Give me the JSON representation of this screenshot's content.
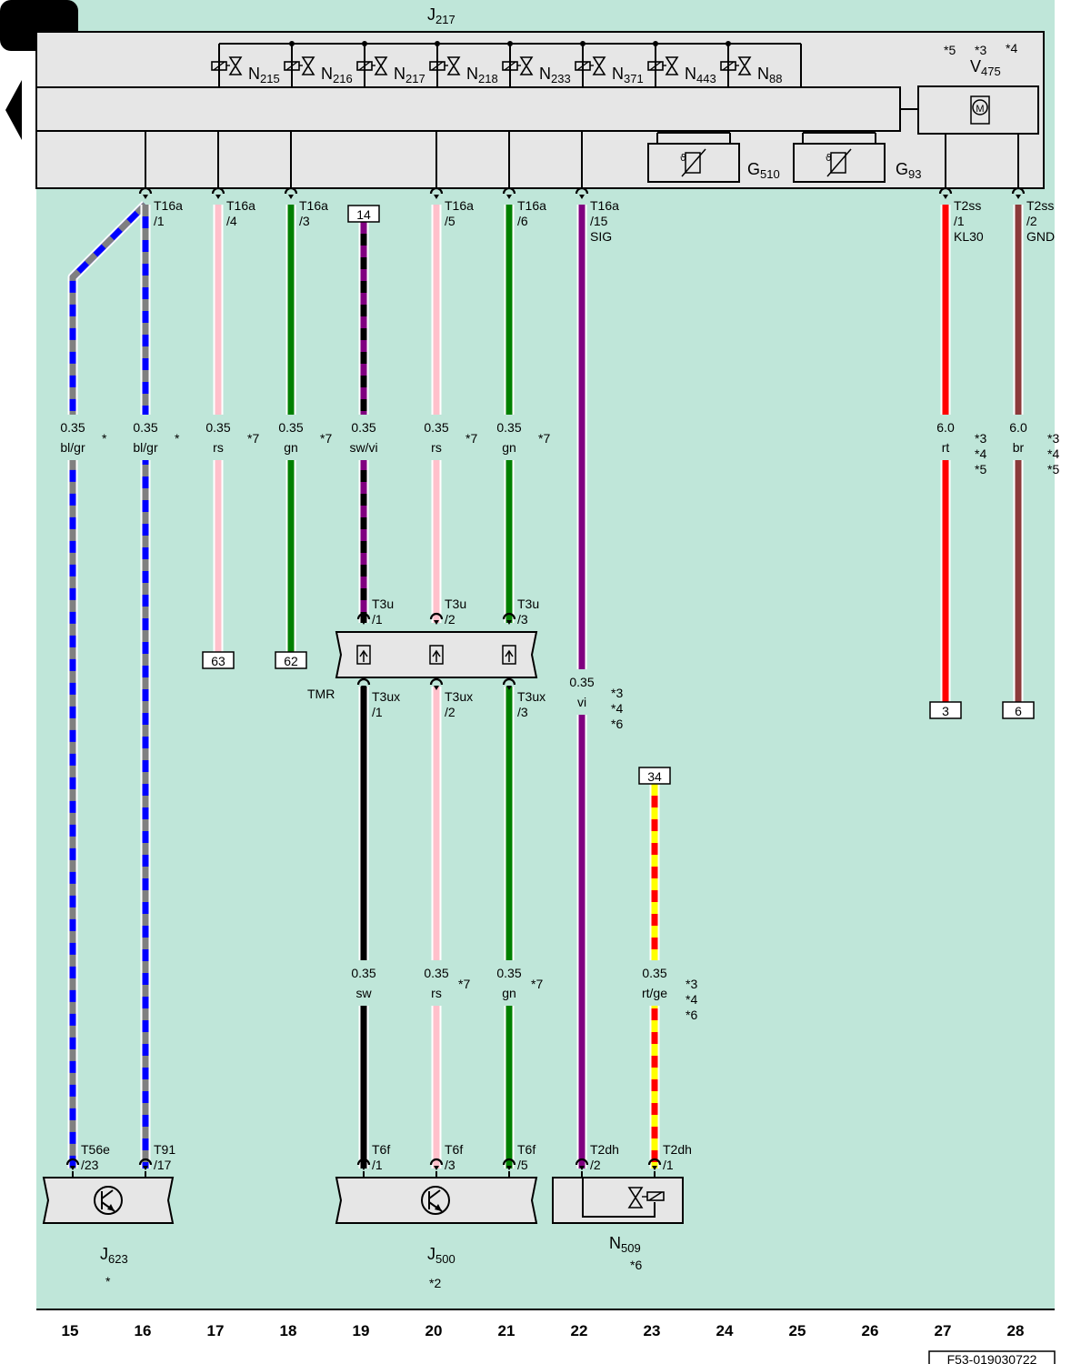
{
  "diagram": {
    "main_unit": {
      "name": "J",
      "sub": "217"
    },
    "valves": [
      {
        "name": "N",
        "sub": "215"
      },
      {
        "name": "N",
        "sub": "216"
      },
      {
        "name": "N",
        "sub": "217"
      },
      {
        "name": "N",
        "sub": "218"
      },
      {
        "name": "N",
        "sub": "233"
      },
      {
        "name": "N",
        "sub": "371"
      },
      {
        "name": "N",
        "sub": "443"
      },
      {
        "name": "N",
        "sub": "88"
      }
    ],
    "sensors": [
      {
        "name": "G",
        "sub": "510"
      },
      {
        "name": "G",
        "sub": "93"
      }
    ],
    "motor": {
      "name": "V",
      "sub": "475",
      "notes": [
        "*5",
        "*3",
        "*4"
      ],
      "symbol": "M"
    },
    "top_connectors": [
      {
        "line1": "T16a",
        "line2": "/1",
        "line3": ""
      },
      {
        "line1": "T16a",
        "line2": "/4",
        "line3": ""
      },
      {
        "line1": "T16a",
        "line2": "/3",
        "line3": ""
      },
      {
        "line1": "T16a",
        "line2": "/5",
        "line3": ""
      },
      {
        "line1": "T16a",
        "line2": "/6",
        "line3": ""
      },
      {
        "line1": "T16a",
        "line2": "/15",
        "line3": "SIG"
      },
      {
        "line1": "T2ss",
        "line2": "/1",
        "line3": "KL30"
      },
      {
        "line1": "T2ss",
        "line2": "/2",
        "line3": "GND"
      }
    ],
    "wires_upper": [
      {
        "size": "0.35",
        "color": "bl/gr",
        "note": "*"
      },
      {
        "size": "0.35",
        "color": "bl/gr",
        "note": "*"
      },
      {
        "size": "0.35",
        "color": "rs",
        "note": "*7"
      },
      {
        "size": "0.35",
        "color": "gn",
        "note": "*7"
      },
      {
        "size": "0.35",
        "color": "sw/vi",
        "note": ""
      },
      {
        "size": "0.35",
        "color": "rs",
        "note": "*7"
      },
      {
        "size": "0.35",
        "color": "gn",
        "note": "*7"
      },
      {
        "size": "6.0",
        "color": "rt",
        "note": "*3 *4 *5"
      },
      {
        "size": "6.0",
        "color": "br",
        "note": "*3 *4 *5"
      }
    ],
    "wire_vi": {
      "size": "0.35",
      "color": "vi",
      "notes": [
        "*3",
        "*4",
        "*6"
      ]
    },
    "wires_lower": [
      {
        "size": "0.35",
        "color": "sw",
        "note": ""
      },
      {
        "size": "0.35",
        "color": "rs",
        "note": "*7"
      },
      {
        "size": "0.35",
        "color": "gn",
        "note": "*7"
      },
      {
        "size": "0.35",
        "color": "rt/ge",
        "note": "*3 *4 *6"
      }
    ],
    "refs": [
      "14",
      "63",
      "62",
      "3",
      "6",
      "34"
    ],
    "tmr": {
      "label": "TMR",
      "in": [
        {
          "line1": "T3u",
          "line2": "/1"
        },
        {
          "line1": "T3u",
          "line2": "/2"
        },
        {
          "line1": "T3u",
          "line2": "/3"
        }
      ],
      "out": [
        {
          "line1": "T3ux",
          "line2": "/1"
        },
        {
          "line1": "T3ux",
          "line2": "/2"
        },
        {
          "line1": "T3ux",
          "line2": "/3"
        }
      ]
    },
    "bottom_connectors": [
      {
        "line1": "T56e",
        "line2": "/23"
      },
      {
        "line1": "T91",
        "line2": "/17"
      },
      {
        "line1": "T6f",
        "line2": "/1"
      },
      {
        "line1": "T6f",
        "line2": "/3"
      },
      {
        "line1": "T6f",
        "line2": "/5"
      },
      {
        "line1": "T2dh",
        "line2": "/2"
      },
      {
        "line1": "T2dh",
        "line2": "/1"
      }
    ],
    "bottom_components": [
      {
        "name": "J",
        "sub": "623",
        "note": "*"
      },
      {
        "name": "J",
        "sub": "500",
        "note": "*2"
      },
      {
        "name": "N",
        "sub": "509",
        "note": "*6"
      }
    ],
    "column_numbers": [
      "15",
      "16",
      "17",
      "18",
      "19",
      "20",
      "21",
      "22",
      "23",
      "24",
      "25",
      "26",
      "27",
      "28"
    ],
    "figure_id": "F53-019030722",
    "colors": {
      "background": "#bfe6d9",
      "component_fill": "#e6e6e6",
      "bl": "#0000ff",
      "gr": "#808080",
      "rs": "#ffc0cb",
      "gn": "#008000",
      "sw": "#000000",
      "vi": "#800080",
      "rt": "#ff0000",
      "br": "#8b3a3a",
      "ge": "#ffff00"
    }
  }
}
